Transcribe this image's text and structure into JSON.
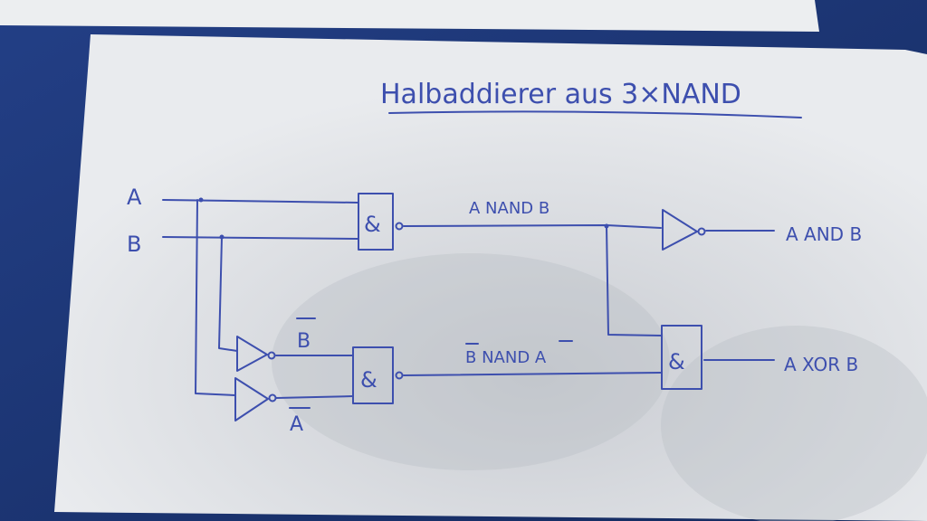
{
  "title": "Halbaddierer aus 3×NAND",
  "inputs": {
    "a": "A",
    "b": "B"
  },
  "gate_symbol": "&",
  "signals": {
    "a_nand_b": "A NAND B",
    "not_b": "B",
    "not_a": "A",
    "notb_nand_nota": "B NAND A",
    "notb_nand_nota_b": "B",
    "notb_nand_nota_mid": " NAND ",
    "notb_nand_nota_a": "A"
  },
  "outputs": {
    "and": "A AND B",
    "xor": "A XOR B"
  },
  "colors": {
    "ink": "#3d4fae",
    "paper": "#eef0f2",
    "cloth": "#1c3470"
  }
}
